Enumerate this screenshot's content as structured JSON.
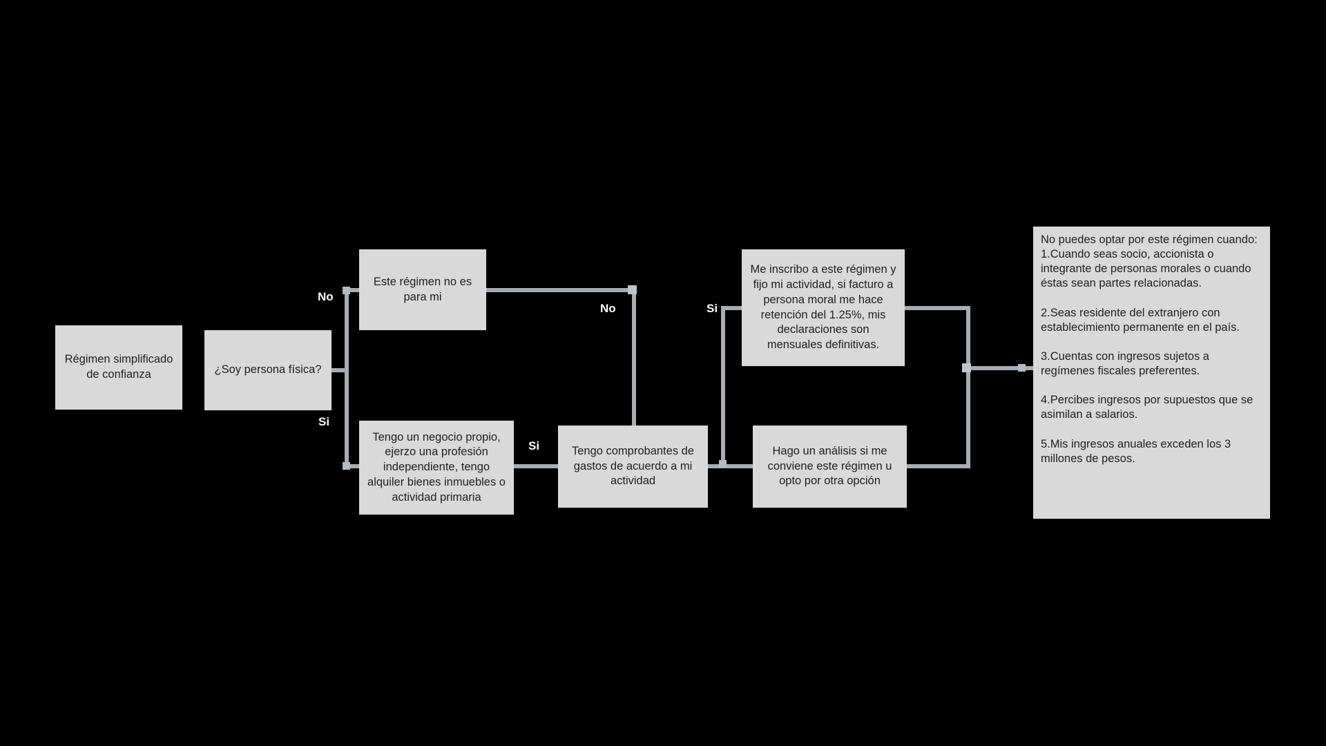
{
  "colors": {
    "background": "#000000",
    "node_fill": "#d9d9d9",
    "node_text": "#1f1f1f",
    "connector": "#a6adb4",
    "joint": "#bfc5cc",
    "branch_label_text": "#ffffff"
  },
  "diagram_type": "flowchart",
  "nodes": {
    "start": {
      "text": "Régimen simplificado de confianza"
    },
    "persona_fisica": {
      "text": "¿Soy persona física?"
    },
    "not_for_me": {
      "text": "Este régimen no es para mi"
    },
    "business": {
      "text": "Tengo un negocio propio, ejerzo una profesión independiente, tengo alquiler bienes inmuebles o actividad primaria"
    },
    "receipts": {
      "text": "Tengo comprobantes de gastos de acuerdo a mi actividad"
    },
    "enroll": {
      "text": "Me inscribo a este régimen y fijo mi actividad, si facturo a persona moral me hace retención del 1.25%, mis declaraciones son mensuales definitivas."
    },
    "analysis": {
      "text": "Hago un análisis si me conviene este régimen u opto por otra opción"
    },
    "exclusions": {
      "text": "No puedes optar por este régimen cuando:\n1.Cuando seas socio, accionista o integrante de personas morales o cuando éstas sean partes relacionadas.\n\n2.Seas residente del extranjero con establecimiento permanente en el país.\n\n3.Cuentas con ingresos sujetos a regímenes fiscales preferentes.\n\n4.Percibes ingresos por supuestos que se asimilan a salarios.\n\n5.Mis ingresos anuales exceden los 3 millones de pesos."
    }
  },
  "branch_labels": {
    "no_top": {
      "text": "No"
    },
    "si_bottom": {
      "text": "Si"
    },
    "no_receipts": {
      "text": "No"
    },
    "si_receipts": {
      "text": "Si"
    },
    "si_enroll": {
      "text": "Si"
    }
  }
}
